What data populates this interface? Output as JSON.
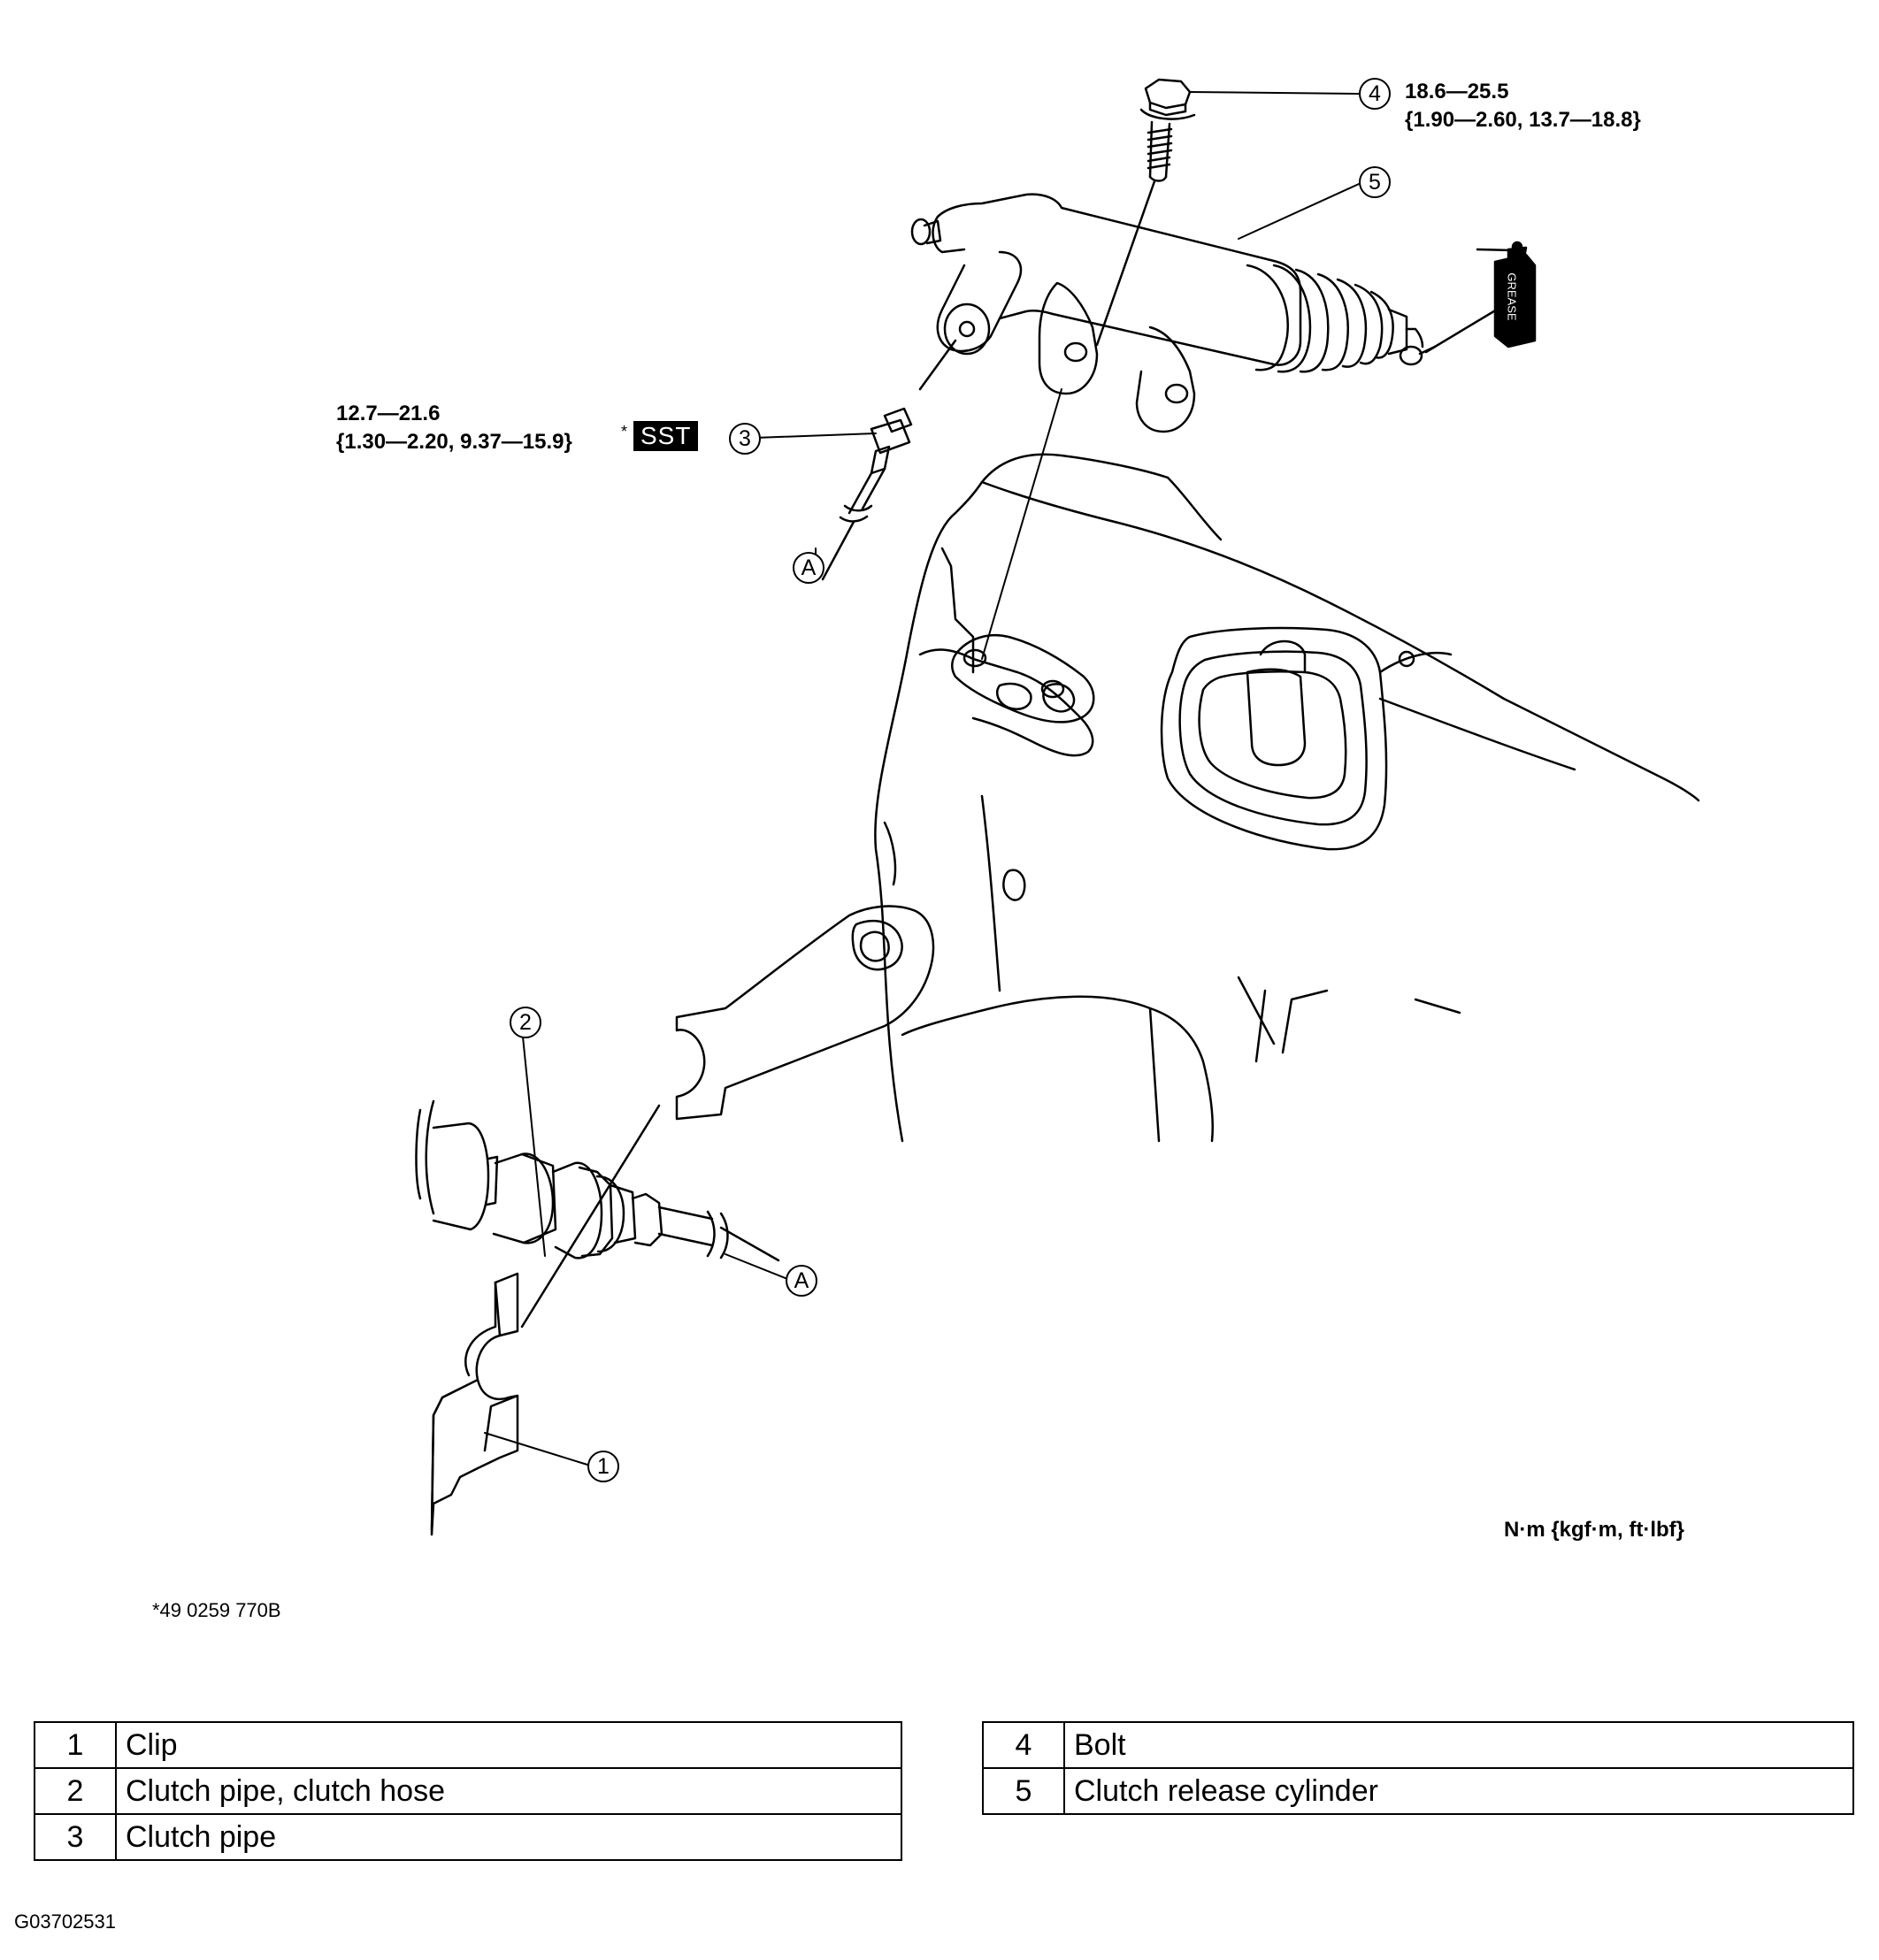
{
  "diagram": {
    "callouts": {
      "c1": "1",
      "c2": "2",
      "c3": "3",
      "c4": "4",
      "c5": "5",
      "a_top": "A",
      "a_bottom": "A"
    },
    "bolt_torque_line1": "18.6—25.5",
    "bolt_torque_line2": "{1.90—2.60, 13.7—18.8}",
    "pipe_torque_line1": "12.7—21.6",
    "pipe_torque_line2": "{1.30—2.20, 9.37—15.9}",
    "asterisk": "*",
    "sst_label": "SST",
    "grease_label": "GREASE",
    "units_legend": "N·m  {kgf·m,  ft·lbf}",
    "sst_note": "*49 0259 770B",
    "figure_code": "G03702531"
  },
  "parts_table_left": [
    {
      "num": "1",
      "name": "Clip"
    },
    {
      "num": "2",
      "name": "Clutch pipe, clutch hose"
    },
    {
      "num": "3",
      "name": "Clutch pipe"
    }
  ],
  "parts_table_right": [
    {
      "num": "4",
      "name": "Bolt"
    },
    {
      "num": "5",
      "name": "Clutch release cylinder"
    }
  ]
}
